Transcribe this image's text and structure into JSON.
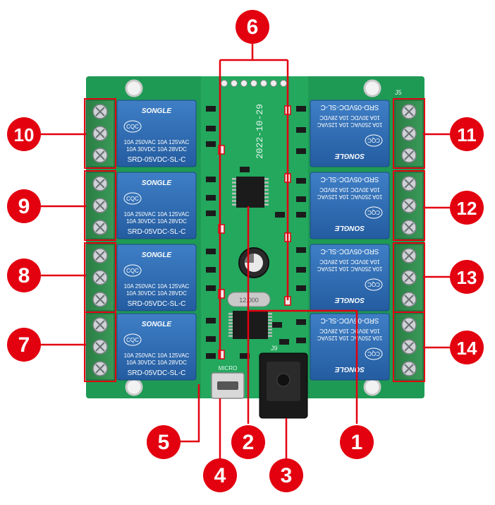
{
  "board": {
    "date_code": "2022-10-29",
    "relay_brand": "SONGLE",
    "relay_model": "SRD-05VDC-SL-C",
    "relay_rating_line1": "10A 250VAC  10A 125VAC",
    "relay_rating_line2": "10A  30VDC  10A  28VDC",
    "relay_badge": "CQC",
    "usb_label": "MICRO",
    "power_jack_label": "J9",
    "terminal_label": "J5",
    "crystal_label": "12.000"
  },
  "callouts": [
    {
      "label": "1"
    },
    {
      "label": "2"
    },
    {
      "label": "3"
    },
    {
      "label": "4"
    },
    {
      "label": "5"
    },
    {
      "label": "6"
    },
    {
      "label": "7"
    },
    {
      "label": "8"
    },
    {
      "label": "9"
    },
    {
      "label": "10"
    },
    {
      "label": "11"
    },
    {
      "label": "12"
    },
    {
      "label": "13"
    },
    {
      "label": "14"
    }
  ],
  "colors": {
    "pcb": "#1e9a55",
    "pcb_dark": "#137a40",
    "relay_blue": "#2f6db6",
    "terminal_green": "#2e8b4a",
    "callout_red": "#e3000f",
    "chip_black": "#1b1b1b"
  }
}
